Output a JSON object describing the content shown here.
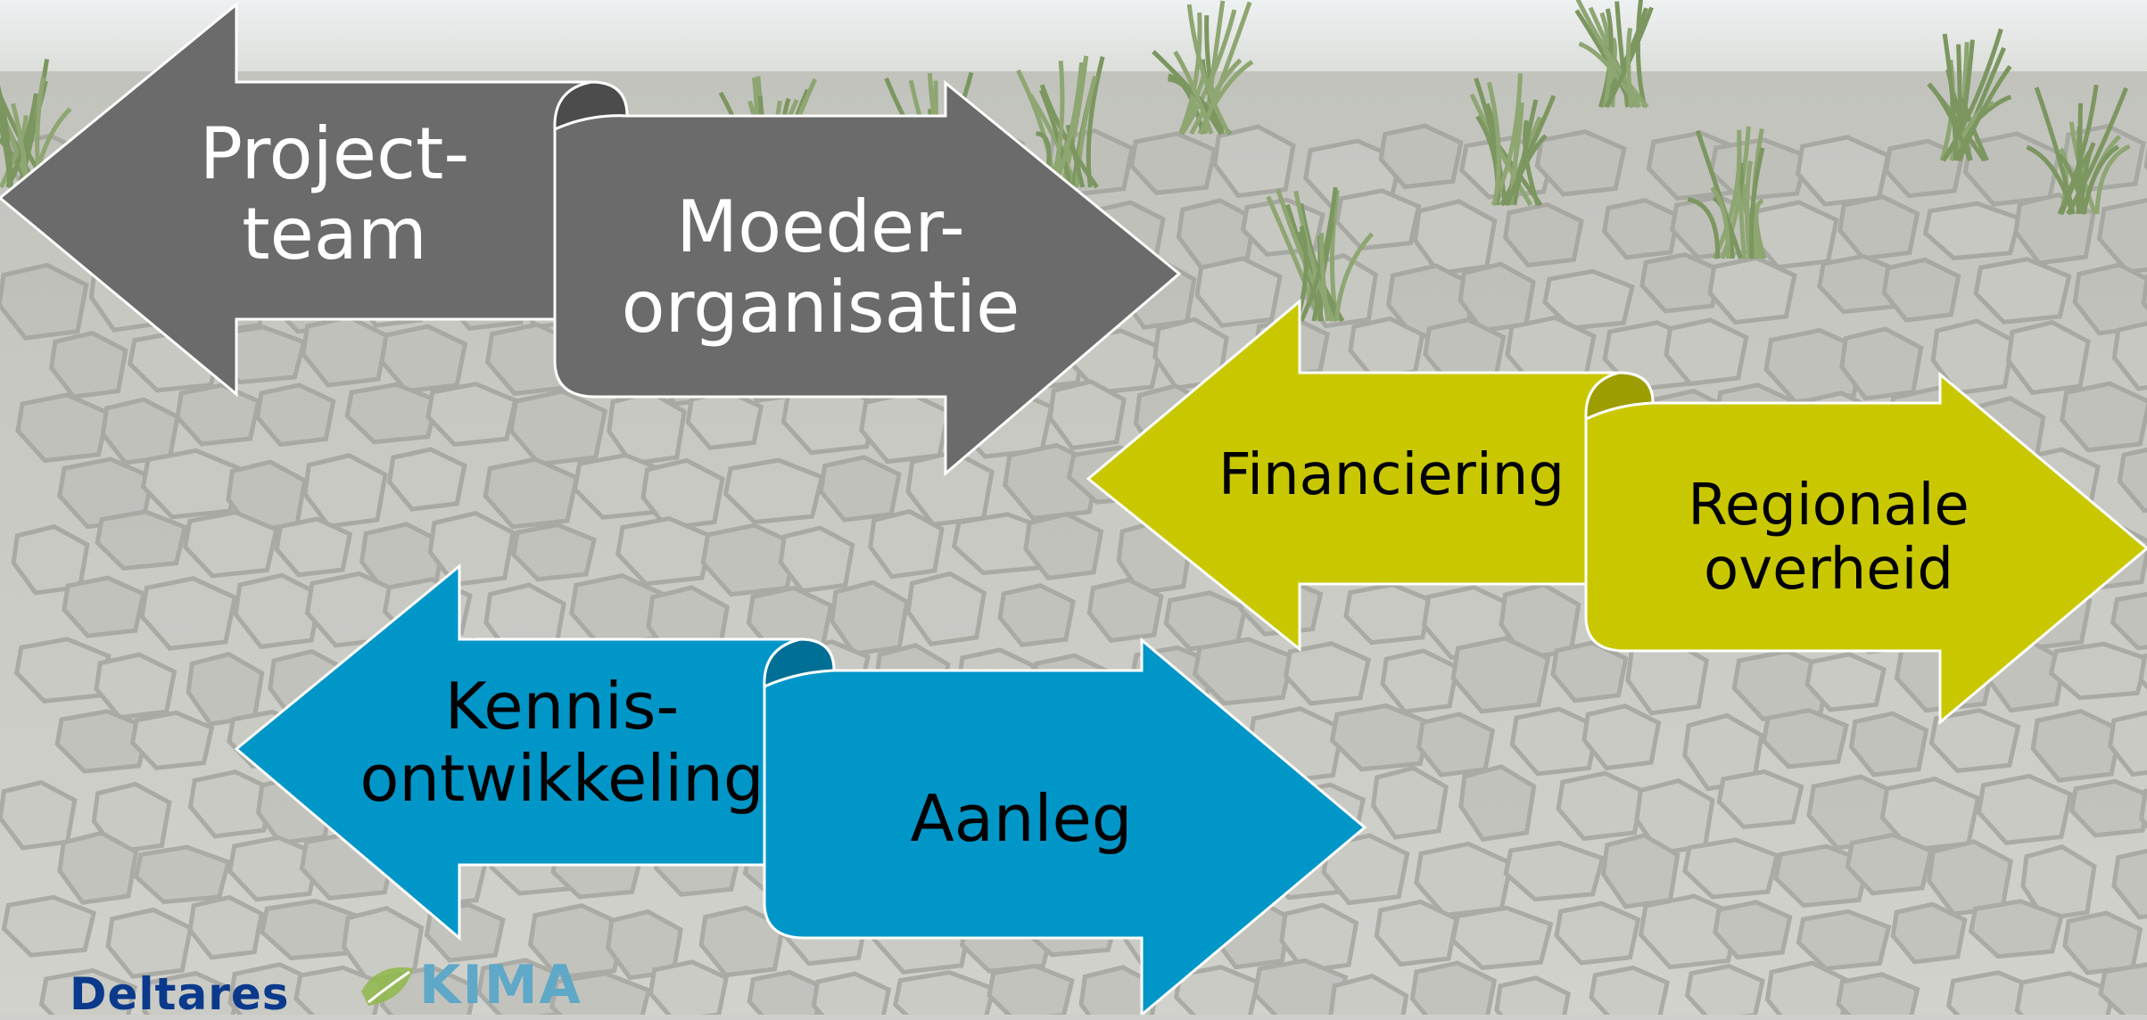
{
  "colors": {
    "grey_arrow": "#6b6b6b",
    "grey_fold": "#4c4c4c",
    "yellow_arrow": "#c9c800",
    "yellow_fold": "#9e9d00",
    "blue_arrow": "#0096c8",
    "blue_fold": "#006f96",
    "deltares_blue": "#0b3a8c"
  },
  "pairs": [
    {
      "color": "grey",
      "left_label": [
        "Project-",
        "team"
      ],
      "right_label": [
        "Moeder-",
        "organisatie"
      ]
    },
    {
      "color": "yellow",
      "left_label": [
        "Financiering"
      ],
      "right_label": [
        "Regionale",
        "overheid"
      ]
    },
    {
      "color": "blue",
      "left_label": [
        "Kennis-",
        "ontwikkeling"
      ],
      "right_label": [
        "Aanleg"
      ]
    }
  ],
  "logos": {
    "deltares": "Deltares",
    "kima": "KIMA"
  }
}
